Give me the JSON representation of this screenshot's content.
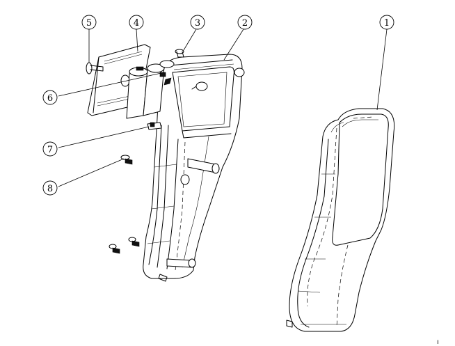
{
  "callouts": [
    {
      "id": "1",
      "part": "front-housing"
    },
    {
      "id": "2",
      "part": "rear-housing"
    },
    {
      "id": "3",
      "part": "screw-top"
    },
    {
      "id": "4",
      "part": "battery-cover"
    },
    {
      "id": "5",
      "part": "cover-screw"
    },
    {
      "id": "6",
      "part": "battery-pack"
    },
    {
      "id": "7",
      "part": "battery-contact"
    },
    {
      "id": "8",
      "part": "housing-screws"
    }
  ],
  "corner_mark": "ı"
}
